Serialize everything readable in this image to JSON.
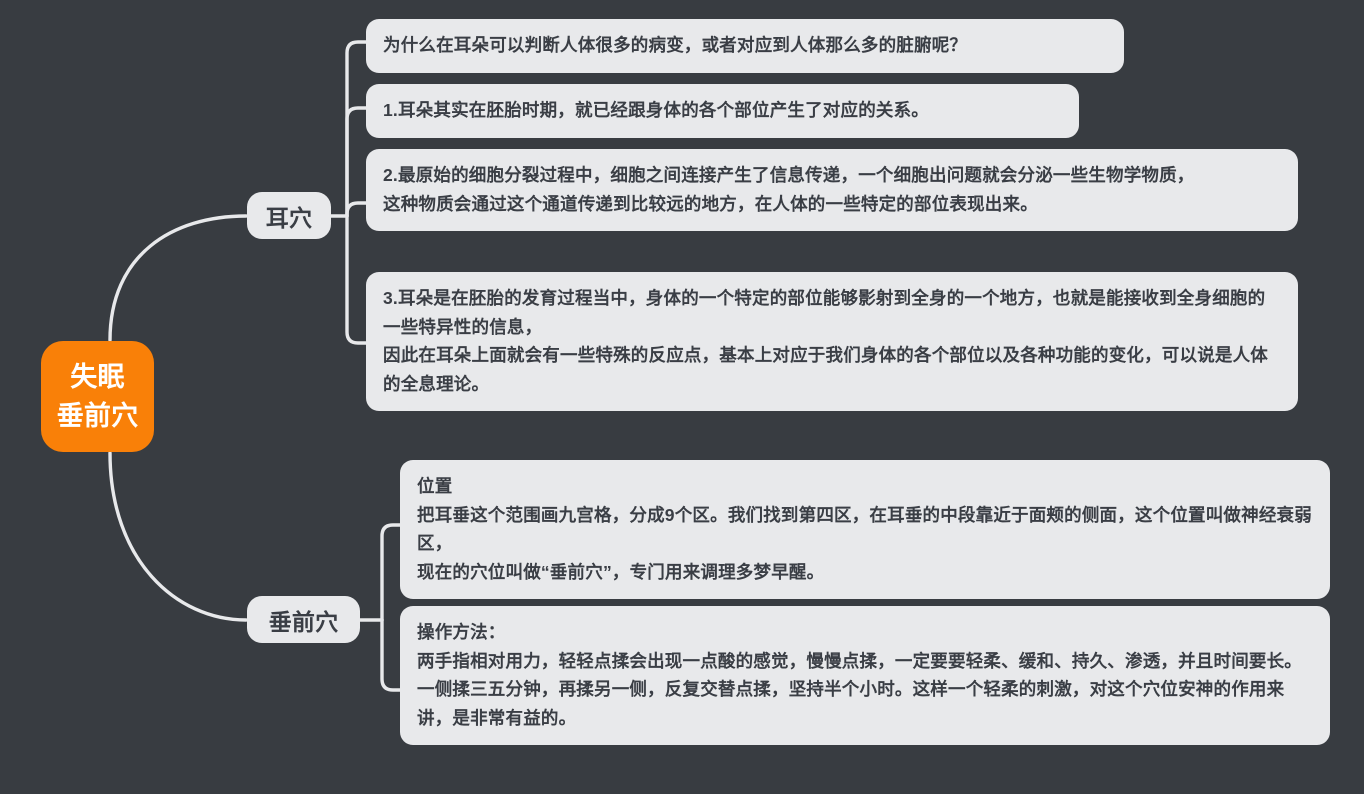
{
  "canvas": {
    "background_color": "#383c41",
    "node_fill": "#e8e9eb",
    "node_text_color": "#3a3e45",
    "root_fill": "#f98008",
    "root_text_color": "#ffffff",
    "connector_color": "#e8e9eb"
  },
  "root": {
    "line1": "失眠",
    "line2": "垂前穴"
  },
  "branches": [
    {
      "label": "耳穴",
      "leaves": [
        {
          "id": "q1",
          "text": "为什么在耳朵可以判断人体很多的病变，或者对应到人体那么多的脏腑呢？"
        },
        {
          "id": "e1",
          "text": "1.耳朵其实在胚胎时期，就已经跟身体的各个部位产生了对应的关系。"
        },
        {
          "id": "e2",
          "text": "2.最原始的细胞分裂过程中，细胞之间连接产生了信息传递，一个细胞出问题就会分泌一些生物学物质，\n这种物质会通过这个通道传递到比较远的地方，在人体的一些特定的部位表现出来。"
        },
        {
          "id": "e3",
          "text": "3.耳朵是在胚胎的发育过程当中，身体的一个特定的部位能够影射到全身的一个地方，也就是能接收到全身细胞的一些特异性的信息，\n因此在耳朵上面就会有一些特殊的反应点，基本上对应于我们身体的各个部位以及各种功能的变化，可以说是人体的全息理论。"
        }
      ]
    },
    {
      "label": "垂前穴",
      "leaves": [
        {
          "id": "p1",
          "text": "位置\n把耳垂这个范围画九宫格，分成9个区。我们找到第四区，在耳垂的中段靠近于面颊的侧面，这个位置叫做神经衰弱区，\n现在的穴位叫做“垂前穴”，专门用来调理多梦早醒。"
        },
        {
          "id": "p2",
          "text": "操作方法：\n两手指相对用力，轻轻点揉会出现一点酸的感觉，慢慢点揉，一定要要轻柔、缓和、持久、渗透，并且时间要长。\n一侧揉三五分钟，再揉另一侧，反复交替点揉，坚持半个小时。这样一个轻柔的刺激，对这个穴位安神的作用来讲，是非常有益的。"
        }
      ]
    }
  ]
}
